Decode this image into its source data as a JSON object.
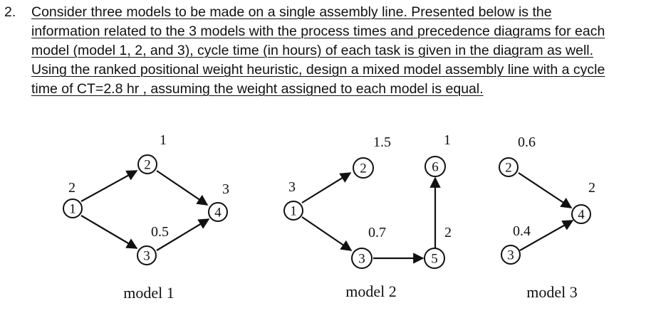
{
  "problem": {
    "number": "2.",
    "lines": [
      "Consider three models to be made on a single assembly line. Presented below is the",
      "information related to the 3 models with the process times and precedence diagrams for each",
      "model (model 1, 2, and 3), cycle time (in hours) of each task is given in the diagram as well.",
      "Using the ranked positional weight heuristic, design a mixed model assembly line with a cycle",
      "time of CT=2.8 hr , assuming the weight assigned to each model is equal."
    ]
  },
  "models": [
    {
      "label": "model 1",
      "nodes": [
        {
          "id": "1",
          "time": "2"
        },
        {
          "id": "2",
          "time": "1"
        },
        {
          "id": "3",
          "time": "0.5"
        },
        {
          "id": "4",
          "time": "3"
        }
      ],
      "edges": [
        [
          "1",
          "2"
        ],
        [
          "1",
          "3"
        ],
        [
          "2",
          "4"
        ],
        [
          "3",
          "4"
        ]
      ]
    },
    {
      "label": "model 2",
      "nodes": [
        {
          "id": "1",
          "time": "3"
        },
        {
          "id": "2",
          "time": "1.5"
        },
        {
          "id": "3",
          "time": "0.7"
        },
        {
          "id": "5",
          "time": "2"
        },
        {
          "id": "6",
          "time": "1"
        }
      ],
      "edges": [
        [
          "1",
          "2"
        ],
        [
          "1",
          "3"
        ],
        [
          "3",
          "5"
        ],
        [
          "5",
          "6"
        ]
      ]
    },
    {
      "label": "model 3",
      "nodes": [
        {
          "id": "2",
          "time": "0.6"
        },
        {
          "id": "3",
          "time": "0.4"
        },
        {
          "id": "4",
          "time": "2"
        }
      ],
      "edges": [
        [
          "2",
          "4"
        ],
        [
          "3",
          "4"
        ]
      ]
    }
  ]
}
